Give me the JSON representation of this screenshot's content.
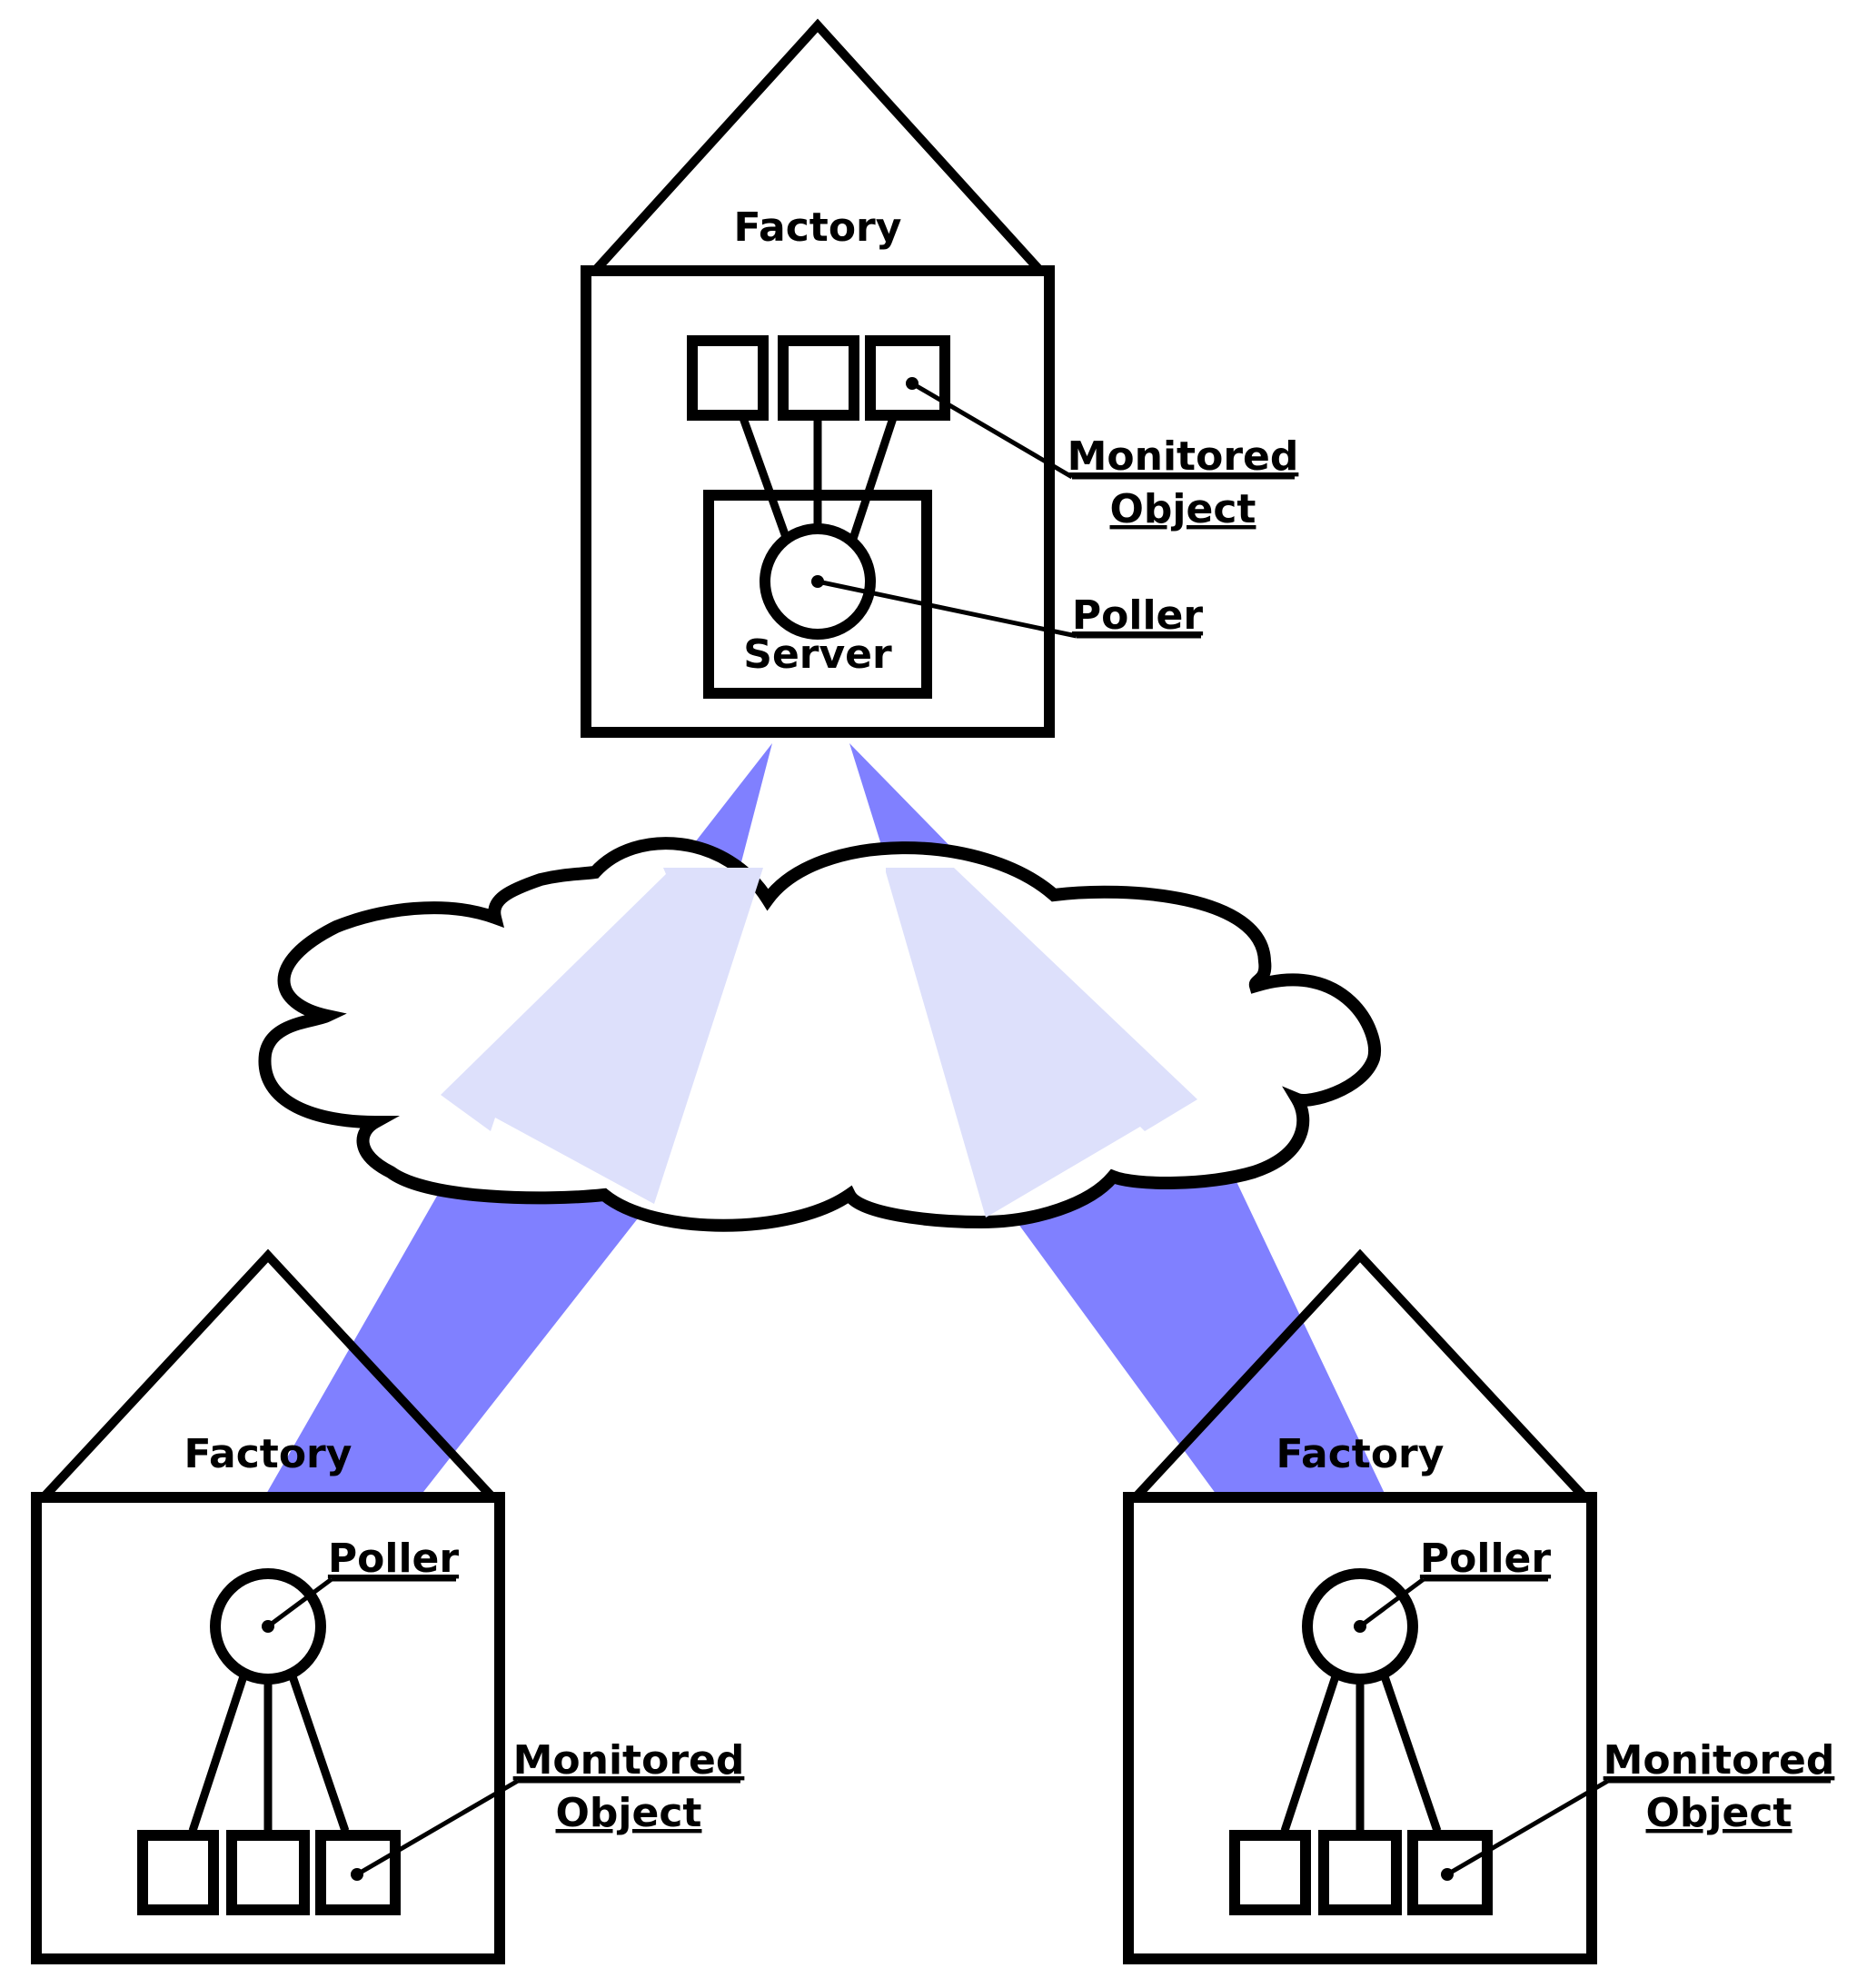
{
  "colors": {
    "stroke": "#000000",
    "link_dark": "#8080ff",
    "link_light": "#dde0fb",
    "cloud_fill": "#ffffff"
  },
  "icons": {
    "cloud": "network-cloud-icon",
    "building": "factory-house-icon",
    "poller": "poller-circle-icon",
    "object": "monitored-object-box-icon"
  },
  "top_factory": {
    "title": "Factory",
    "server_label": "Server",
    "callout_object_line1": "Monitored",
    "callout_object_line2": "Object",
    "callout_poller": "Poller"
  },
  "left_factory": {
    "title": "Factory",
    "callout_poller": "Poller",
    "callout_object_line1": "Monitored",
    "callout_object_line2": "Object"
  },
  "right_factory": {
    "title": "Factory",
    "callout_poller": "Poller",
    "callout_object_line1": "Monitored",
    "callout_object_line2": "Object"
  }
}
